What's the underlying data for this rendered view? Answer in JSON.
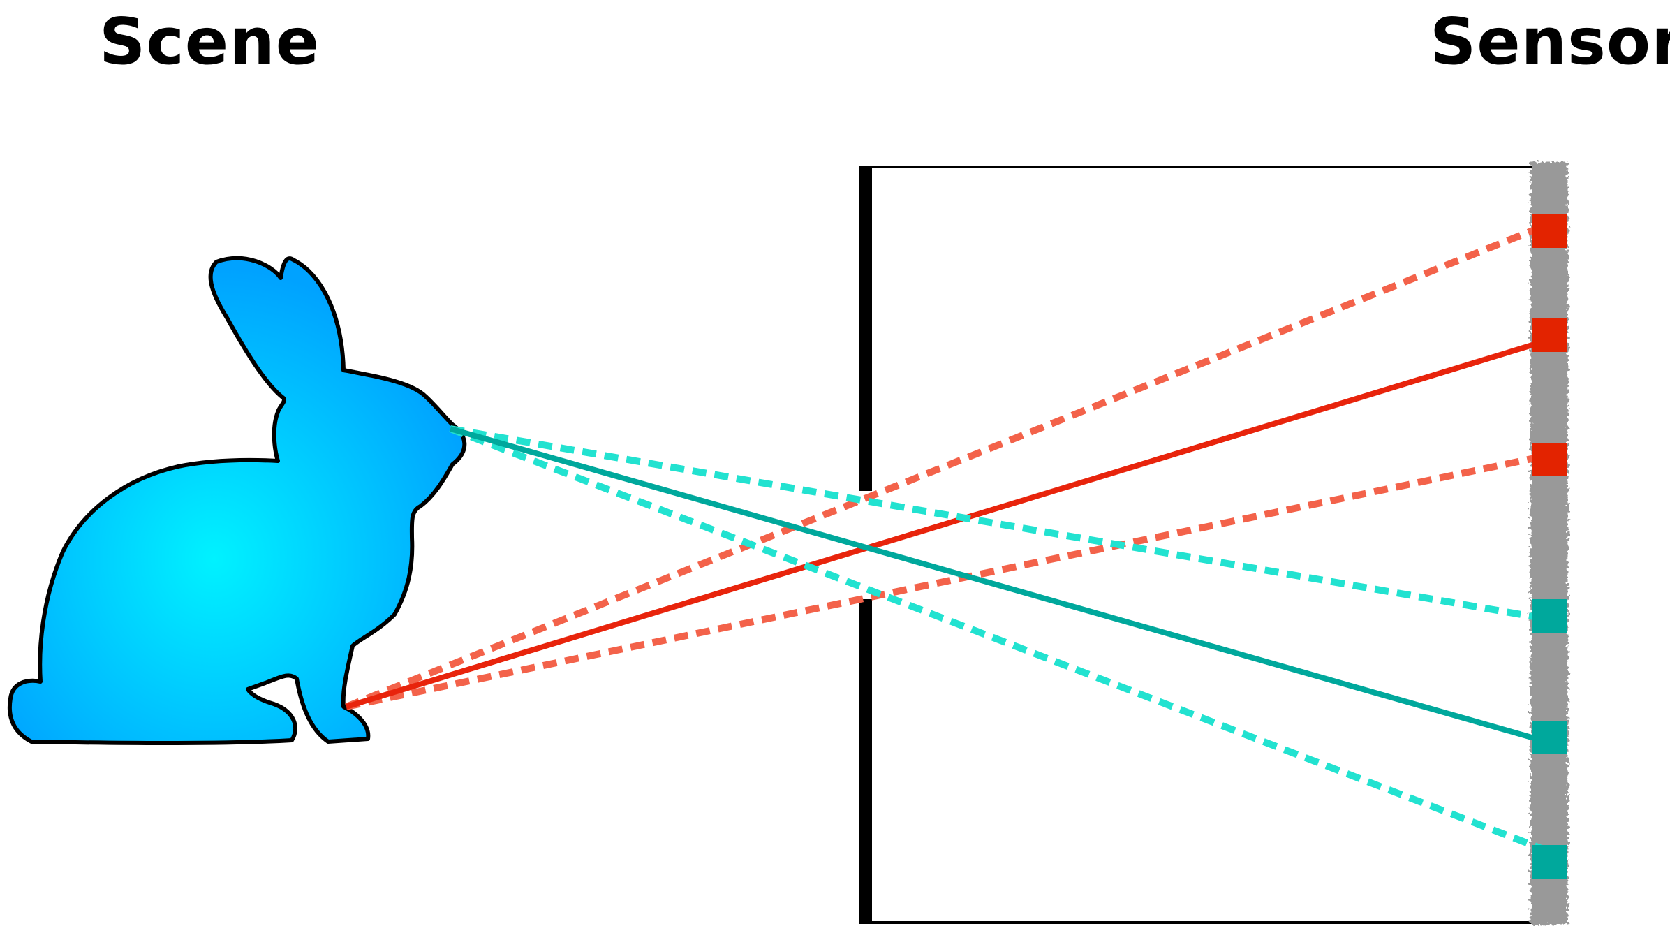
{
  "labels": {
    "scene": "Scene",
    "sensor": "Sensor"
  },
  "colors": {
    "bunny_center": "#00f2ff",
    "bunny_edge": "#00a2ff",
    "outline": "#000000",
    "box": "#000000",
    "sensor": "#999999",
    "red_solid": "#e8240c",
    "red_dashed": "#f3624a",
    "teal_solid": "#00a89c",
    "teal_dashed": "#22e2d0",
    "red_pixel": "#e32300",
    "teal_pixel": "#00a89c"
  },
  "icons": {
    "subject": "bunny-icon",
    "sensor": "sensor-strip"
  }
}
